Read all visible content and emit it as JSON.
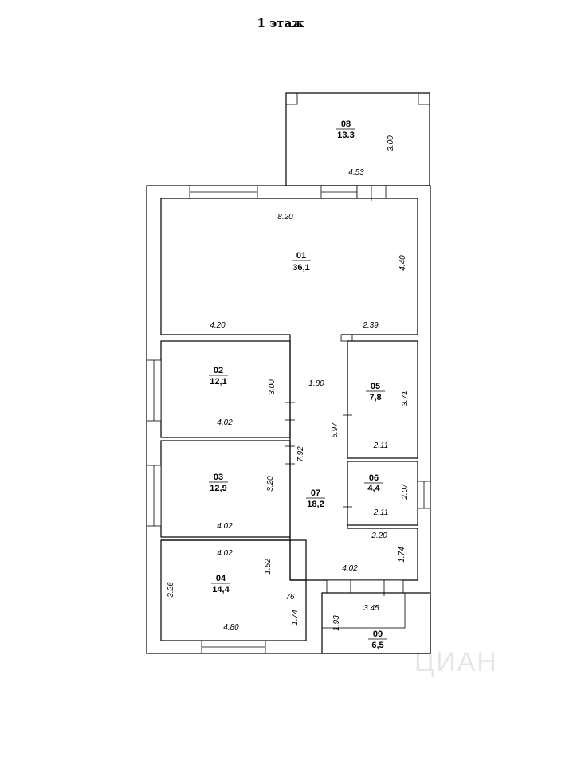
{
  "title": "1 этаж",
  "watermark": "ЦИАН",
  "rooms": [
    {
      "num": "01",
      "area": "36,1"
    },
    {
      "num": "02",
      "area": "12,1"
    },
    {
      "num": "03",
      "area": "12,9"
    },
    {
      "num": "04",
      "area": "14,4"
    },
    {
      "num": "05",
      "area": "7,8"
    },
    {
      "num": "06",
      "area": "4,4"
    },
    {
      "num": "07",
      "area": "18,2"
    },
    {
      "num": "08",
      "area": "13.3"
    },
    {
      "num": "09",
      "area": "6,5"
    }
  ],
  "dimensions": {
    "d08_height": "3.00",
    "d08_width": "4.53",
    "d01_width": "8.20",
    "d01_height": "4.40",
    "d01_left": "4.20",
    "d01_right": "2.39",
    "d02_height": "3.00",
    "d02_width": "4.02",
    "d07_top": "1.80",
    "d05_height": "3.71",
    "d05_full": "5.97",
    "d05_width": "2.11",
    "d07_height": "7.92",
    "d03_height": "3.20",
    "d03_width": "4.02",
    "d06_height": "2.07",
    "d06_width": "2.11",
    "d07_bottom_w": "2.20",
    "d04_top": "4.02",
    "d04_height_small": "1.52",
    "d07_lower": "1.74",
    "d07_bottom": "4.02",
    "d04_height": "3.26",
    "d04_76": "76",
    "d09_width": "3.45",
    "d04_bottom": "4.80",
    "d04_174": "1.74",
    "d09_height": "1.93"
  }
}
